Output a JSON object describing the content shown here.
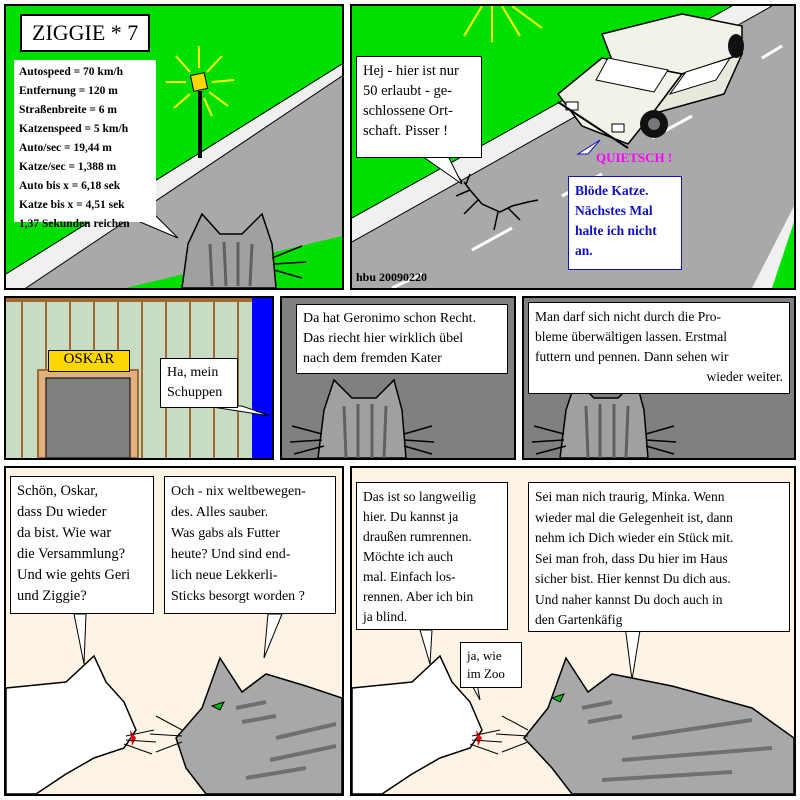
{
  "comic": {
    "title": "ZIGGIE * 7",
    "signature": "hbu  20090220"
  },
  "colors": {
    "grass": "#00e000",
    "road": "#a9a9a9",
    "sky_dark": "#808080",
    "wall": "#c8dcc4",
    "blue_narration": "#1010c0",
    "sound_effect": "#ff00ff",
    "sign_yellow": "#ffd700"
  },
  "panel1": {
    "stats": [
      "Autospeed = 70 km/h",
      "Entfernung = 120 m",
      "Straßenbreite = 6 m",
      "Katzenspeed = 5 km/h",
      "Auto/sec = 19,44 m",
      "Katze/sec = 1,388 m",
      "Auto bis x = 6,18 sek",
      "Katze bis x = 4,51 sek",
      "1,37 Sekunden reichen"
    ]
  },
  "panel2": {
    "cat_speech": [
      "Hej - hier ist nur",
      "50 erlaubt - ge-",
      "schlossene Ort-",
      "schaft. Pisser !"
    ],
    "sound_effect": "QUIETSCH !",
    "driver_speech": [
      "Blöde Katze.",
      "Nächstes Mal",
      "halte ich nicht",
      "an."
    ]
  },
  "panel3": {
    "sign": "OSKAR",
    "speech": [
      "Ha, mein",
      "Schuppen"
    ]
  },
  "panel4": {
    "speech": [
      "Da hat Geronimo schon Recht.",
      "Das riecht hier wirklich übel",
      "nach dem fremden Kater"
    ]
  },
  "panel5": {
    "speech": [
      "Man darf sich nicht durch die Pro-",
      "bleme überwältigen lassen. Erstmal",
      "futtern und pennen. Dann sehen wir",
      "wieder weiter."
    ]
  },
  "panel6": {
    "white_cat_speech": [
      "Schön, Oskar,",
      "dass Du wieder",
      "da bist. Wie war",
      "die Versammlung?",
      "Und wie gehts Geri",
      "und Ziggie?"
    ],
    "grey_cat_speech": [
      "Och - nix weltbewegen-",
      "des. Alles sauber.",
      "Was gabs als Futter",
      "heute? Und sind end-",
      "lich neue Lekkerli-",
      "Sticks besorgt worden ?"
    ]
  },
  "panel7": {
    "white_cat_speech": [
      "Das ist so langweilig",
      "hier. Du kannst ja",
      "draußen rumrennen.",
      "Möchte ich auch",
      "mal. Einfach los-",
      "rennen. Aber ich bin",
      "ja blind."
    ],
    "small_speech": [
      "ja, wie",
      "im Zoo"
    ],
    "grey_cat_speech": [
      "Sei man nich traurig, Minka. Wenn",
      "wieder mal die Gelegenheit ist, dann",
      "nehm ich Dich wieder ein Stück mit.",
      "Sei man froh, dass Du hier im Haus",
      "sicher bist. Hier kennst Du dich aus.",
      "Und naher kannst Du doch auch in",
      "den Gartenkäfig"
    ]
  }
}
